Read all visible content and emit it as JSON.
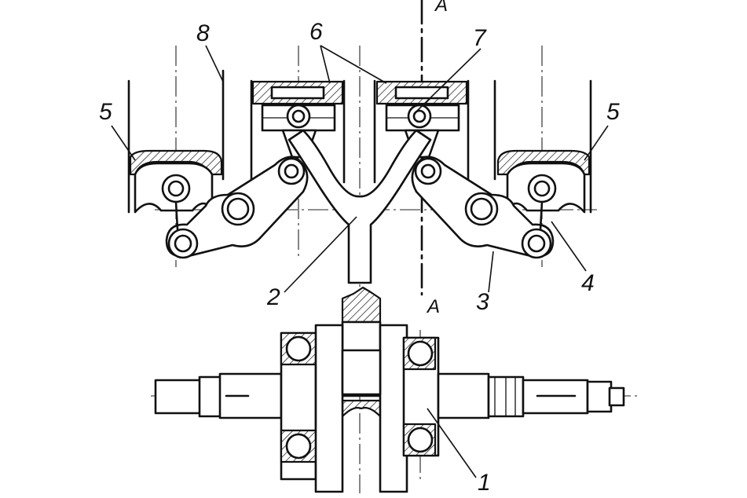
{
  "callouts": {
    "c1": "1",
    "c2": "2",
    "c3": "3",
    "c4": "4",
    "c5_left": "5",
    "c5_right": "5",
    "c6": "6",
    "c7": "7",
    "c8": "8"
  },
  "section": {
    "top": "A",
    "bottom": "A"
  }
}
